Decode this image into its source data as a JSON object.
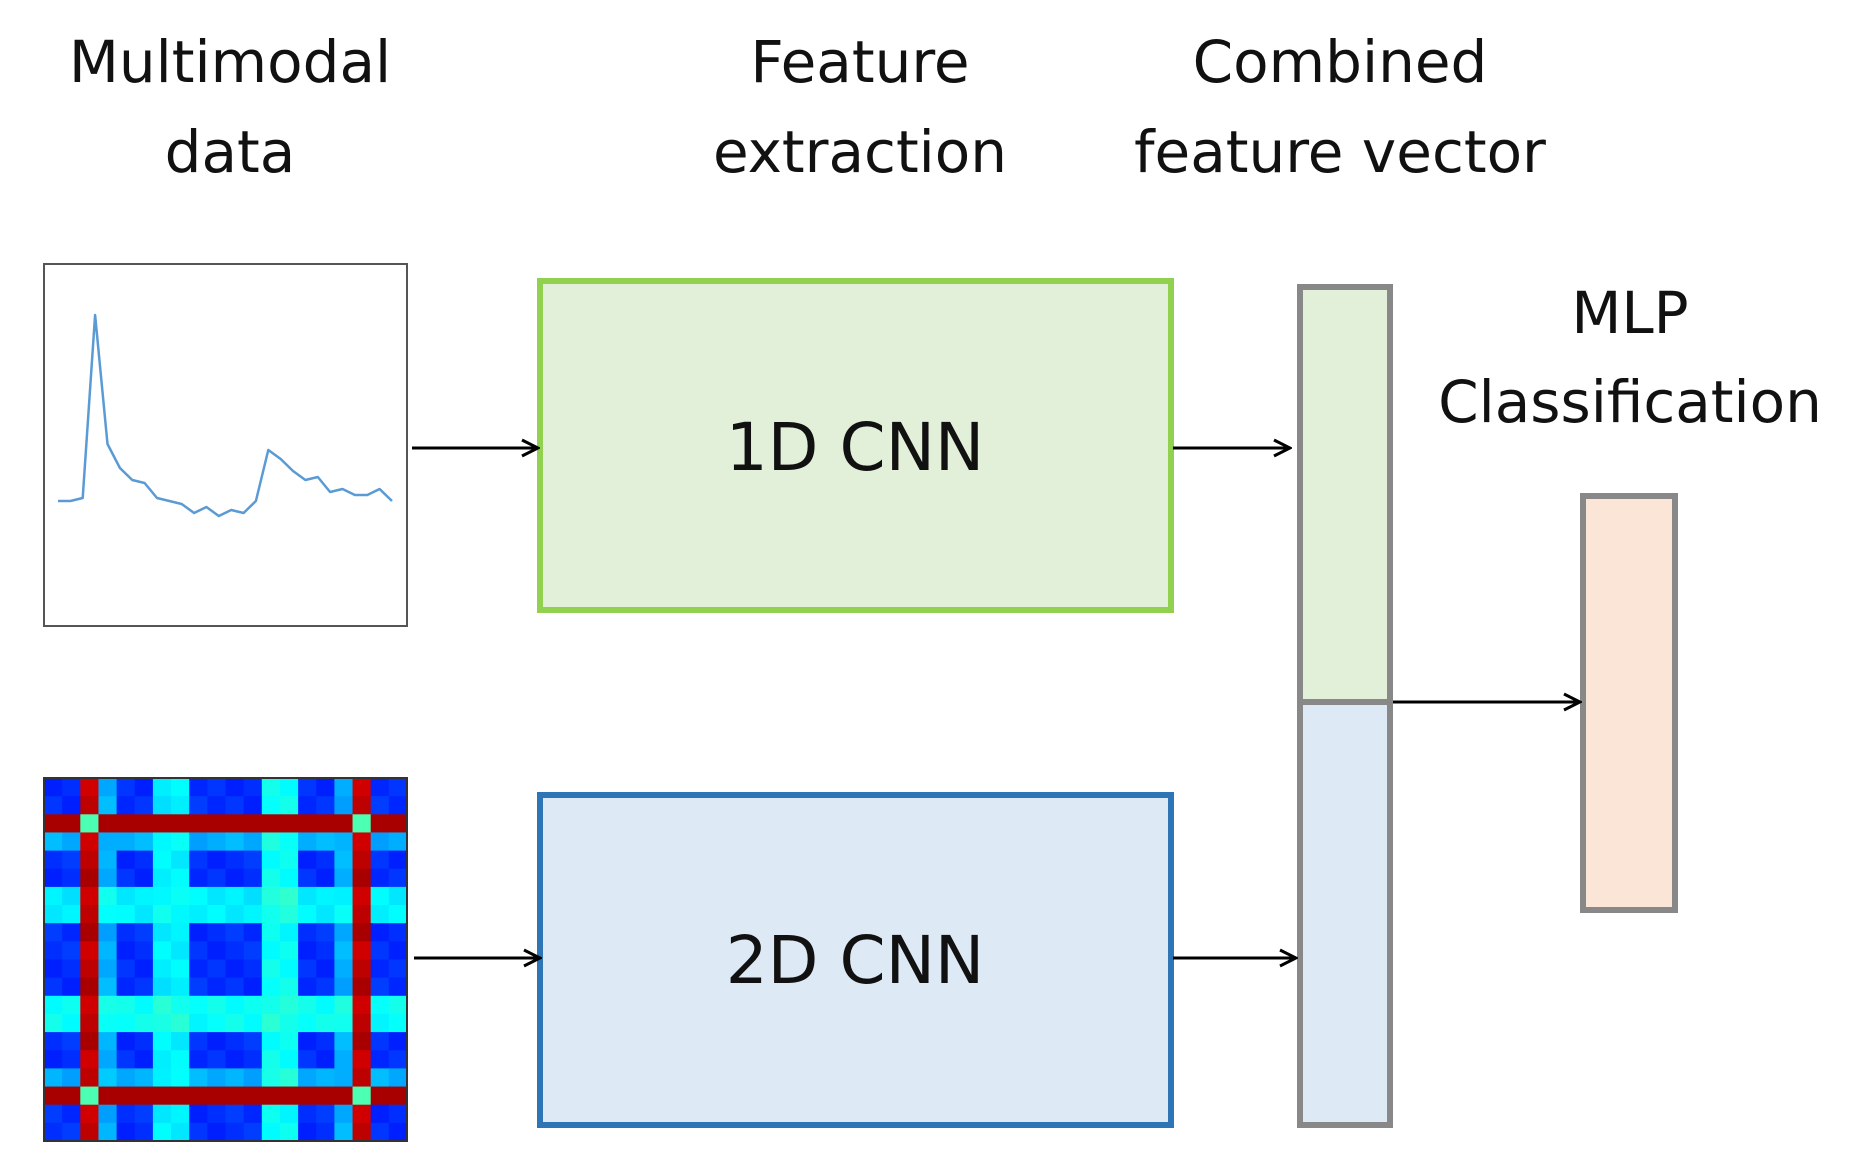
{
  "headers": {
    "multimodal": [
      "Multimodal",
      "data"
    ],
    "feature_extraction": [
      "Feature",
      "extraction"
    ],
    "combined": [
      "Combined",
      "feature vector"
    ],
    "mlp": [
      "MLP",
      "Classification"
    ]
  },
  "blocks": {
    "cnn1d": {
      "label": "1D CNN",
      "fill": "#e2f0d9",
      "stroke": "#92d050"
    },
    "cnn2d": {
      "label": "2D CNN",
      "fill": "#dee9f6",
      "stroke": "#2e75b6"
    }
  },
  "vector": {
    "top_fill": "#e2f0d9",
    "bottom_fill": "#dee9f6",
    "stroke": "#888888"
  },
  "mlp_block": {
    "fill": "#fbe5d6",
    "stroke": "#888888"
  },
  "signal": {
    "color": "#5b9bd5",
    "values": [
      0.33,
      0.33,
      0.34,
      0.95,
      0.52,
      0.44,
      0.4,
      0.39,
      0.34,
      0.33,
      0.32,
      0.29,
      0.31,
      0.28,
      0.3,
      0.29,
      0.33,
      0.5,
      0.47,
      0.43,
      0.4,
      0.41,
      0.36,
      0.37,
      0.35,
      0.35,
      0.37,
      0.33
    ]
  },
  "heatmap": {
    "rows": 20,
    "cols": 20,
    "colormap": "jet",
    "hot_index": 2,
    "hot_index_2": 17
  }
}
